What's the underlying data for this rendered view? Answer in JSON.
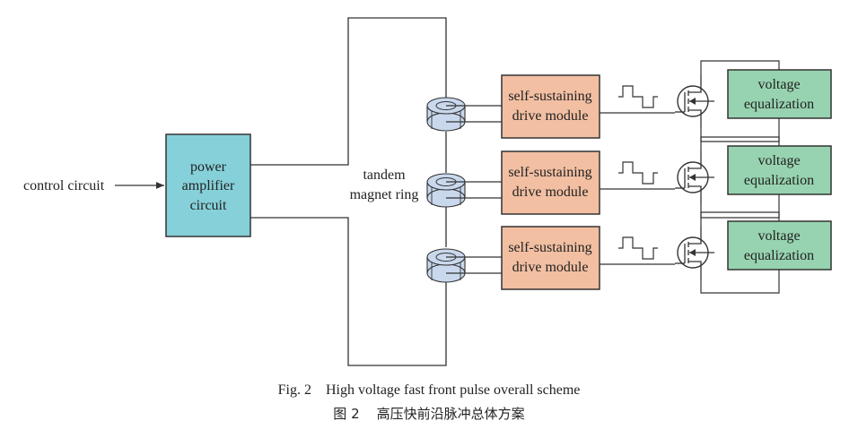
{
  "diagram": {
    "input_label": "control circuit",
    "amplifier": {
      "lines": [
        "power",
        "amplifier",
        "circuit"
      ],
      "color": "#86d0d9"
    },
    "magnet_label": {
      "lines": [
        "tandem",
        "magnet ring"
      ]
    },
    "magnet_ring_color": "#c9d8ed",
    "stages": [
      {
        "drive": [
          "self-sustaining",
          "drive module"
        ],
        "equalizer": [
          "voltage",
          "equalization"
        ]
      },
      {
        "drive": [
          "self-sustaining",
          "drive module"
        ],
        "equalizer": [
          "voltage",
          "equalization"
        ]
      },
      {
        "drive": [
          "self-sustaining",
          "drive module"
        ],
        "equalizer": [
          "voltage",
          "equalization"
        ]
      }
    ],
    "drive_color": "#f2bfa2",
    "equalizer_color": "#97d3b0"
  },
  "caption": {
    "english": "Fig. 2    High voltage fast front pulse overall scheme",
    "chinese": "图 2    高压快前沿脉冲总体方案"
  }
}
